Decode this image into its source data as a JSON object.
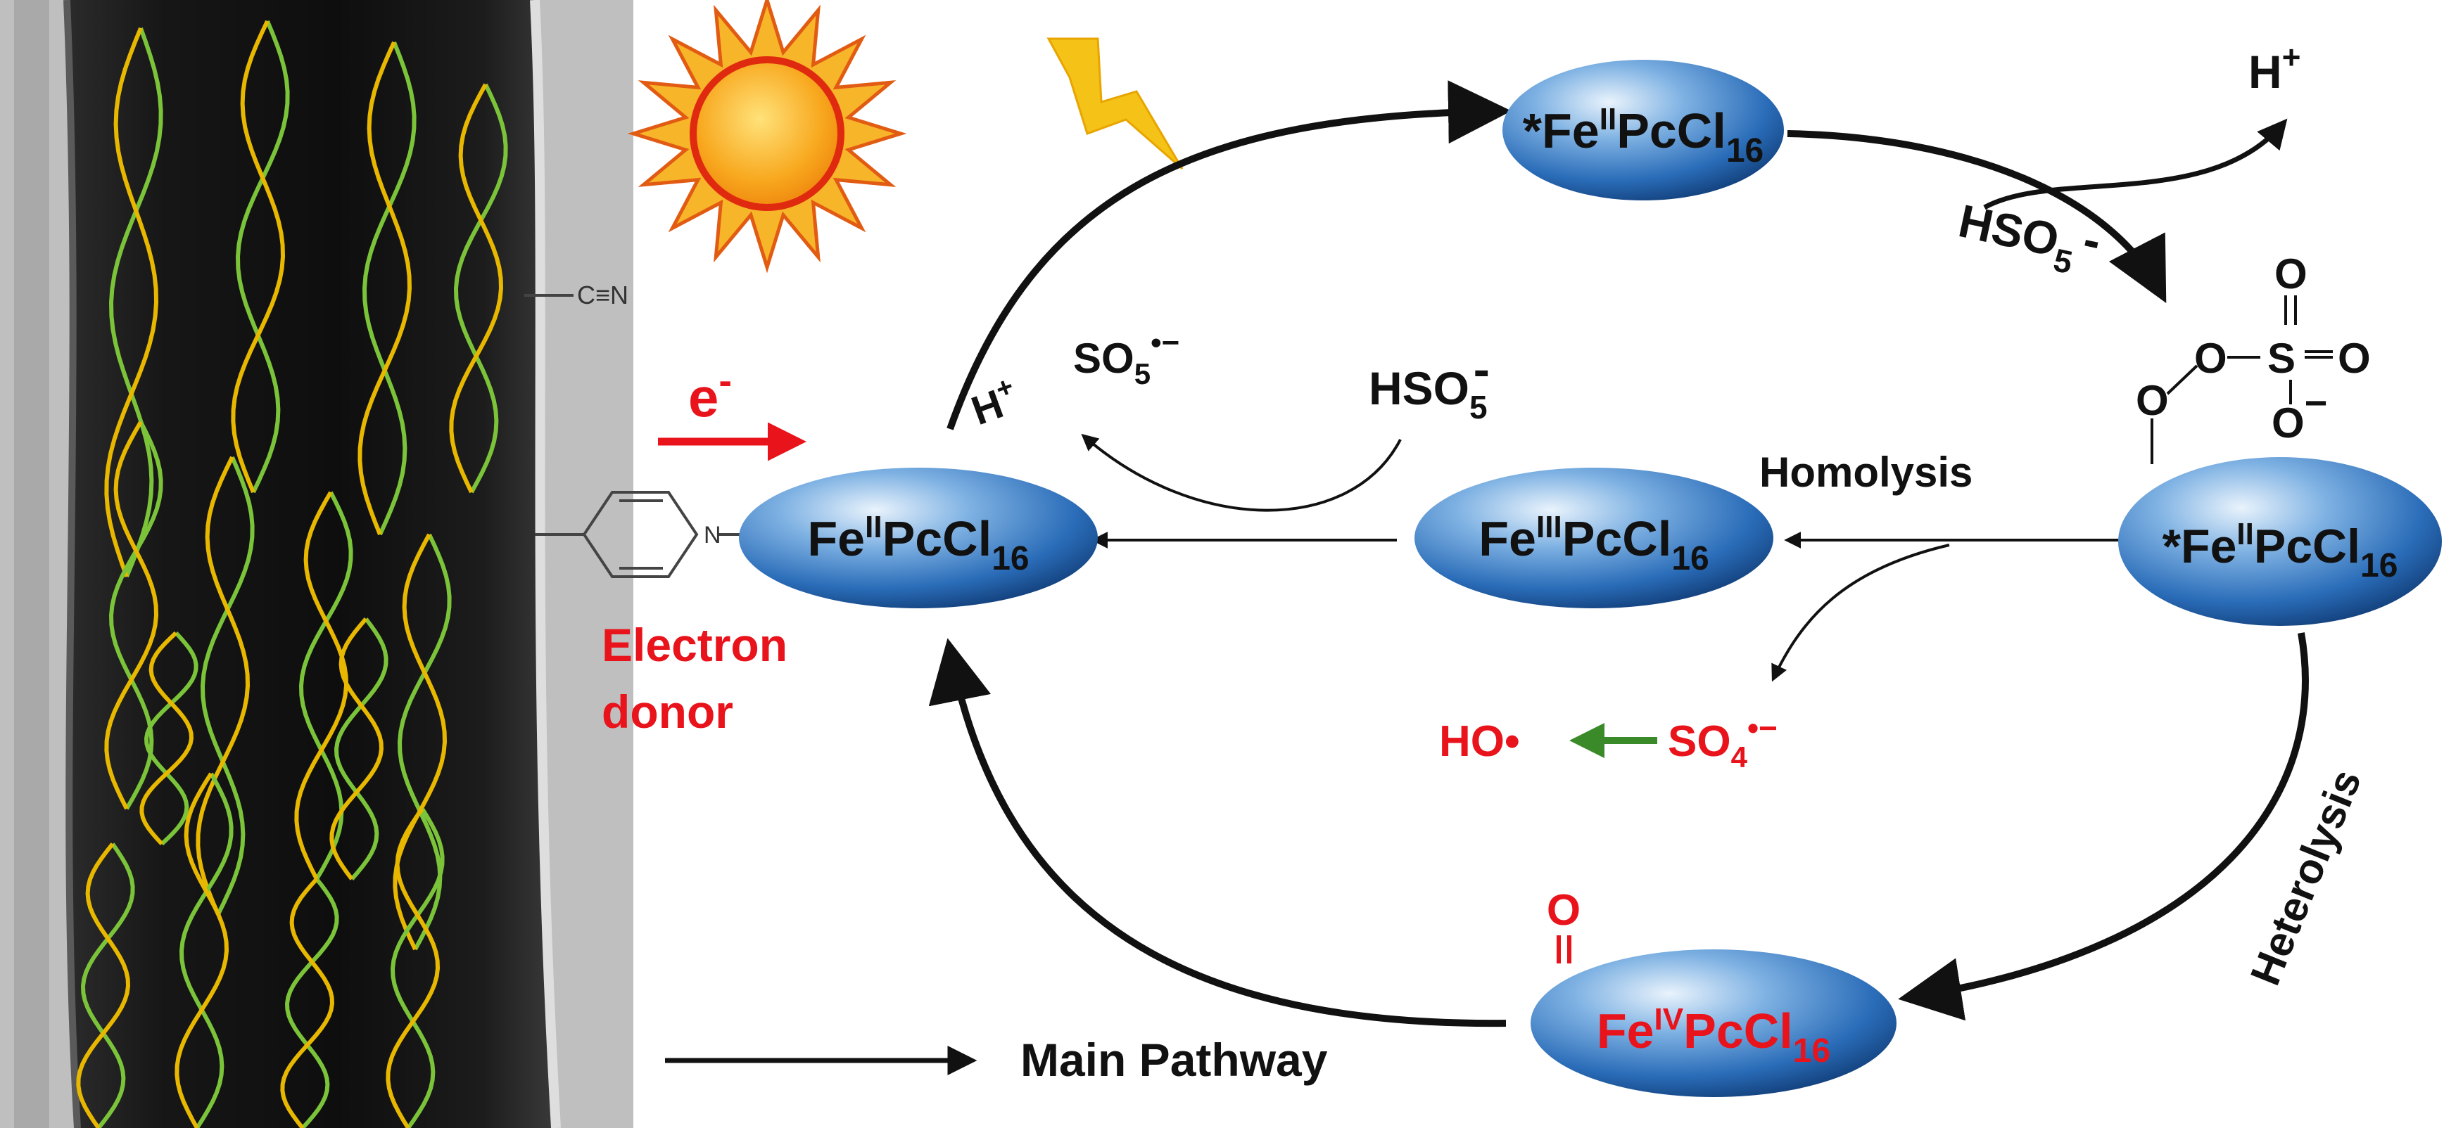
{
  "colors": {
    "accent_red": "#e8131b",
    "arrow_black": "#111111",
    "green_arrow": "#3a8a2a",
    "ellipse_blue": "#1f5fa8",
    "fiber_green": "#7bc43a",
    "fiber_yellow": "#e8b800",
    "sun_orange": "#f5a623",
    "bolt_yellow": "#f5c218"
  },
  "icons": [
    "sun-icon",
    "lightning-bolt-icon"
  ],
  "fiber_panel": {
    "nitrile_label": "C≡N",
    "pyridine_n": "N"
  },
  "donor": {
    "electron_symbol": "e",
    "electron_charge": "-",
    "label_line1": "Electron",
    "label_line2": "donor"
  },
  "species": {
    "fe2": {
      "base": "Fe",
      "ox": "II",
      "ring": "PcCl",
      "sub": "16"
    },
    "fe2_excited_top": {
      "star": "*",
      "base": "Fe",
      "ox": "II",
      "ring": "PcCl",
      "sub": "16"
    },
    "fe2_excited_right": {
      "star": "*",
      "base": "Fe",
      "ox": "II",
      "ring": "PcCl",
      "sub": "16"
    },
    "fe3": {
      "base": "Fe",
      "ox": "III",
      "ring": "PcCl",
      "sub": "16"
    },
    "fe4": {
      "oxo": "O",
      "base": "Fe",
      "ox": "IV",
      "ring": "PcCl",
      "sub": "16"
    }
  },
  "labels": {
    "h_plus_top": {
      "base": "H",
      "sup": "+"
    },
    "hso5_top": {
      "base": "HSO",
      "sub": "5",
      "charge": "-"
    },
    "hso5_mid": {
      "base": "HSO",
      "sub": "5",
      "charge": "-"
    },
    "h_plus_left": {
      "base": "H",
      "sup": "+"
    },
    "so5_radical": {
      "base": "SO",
      "sub": "5",
      "sup": "•−"
    },
    "homolysis": "Homolysis",
    "heterolysis": "Heterolysis",
    "ho_radical": "HO•",
    "so4_radical": {
      "base": "SO",
      "sub": "4",
      "sup": "•−"
    },
    "main_pathway": "Main Pathway"
  },
  "peroxo_group": {
    "o_top": "O",
    "o_left": "O",
    "o_mid": "O",
    "s": "S",
    "o_right": "O",
    "o_bottom": "O",
    "o_bottom_charge": "−"
  }
}
